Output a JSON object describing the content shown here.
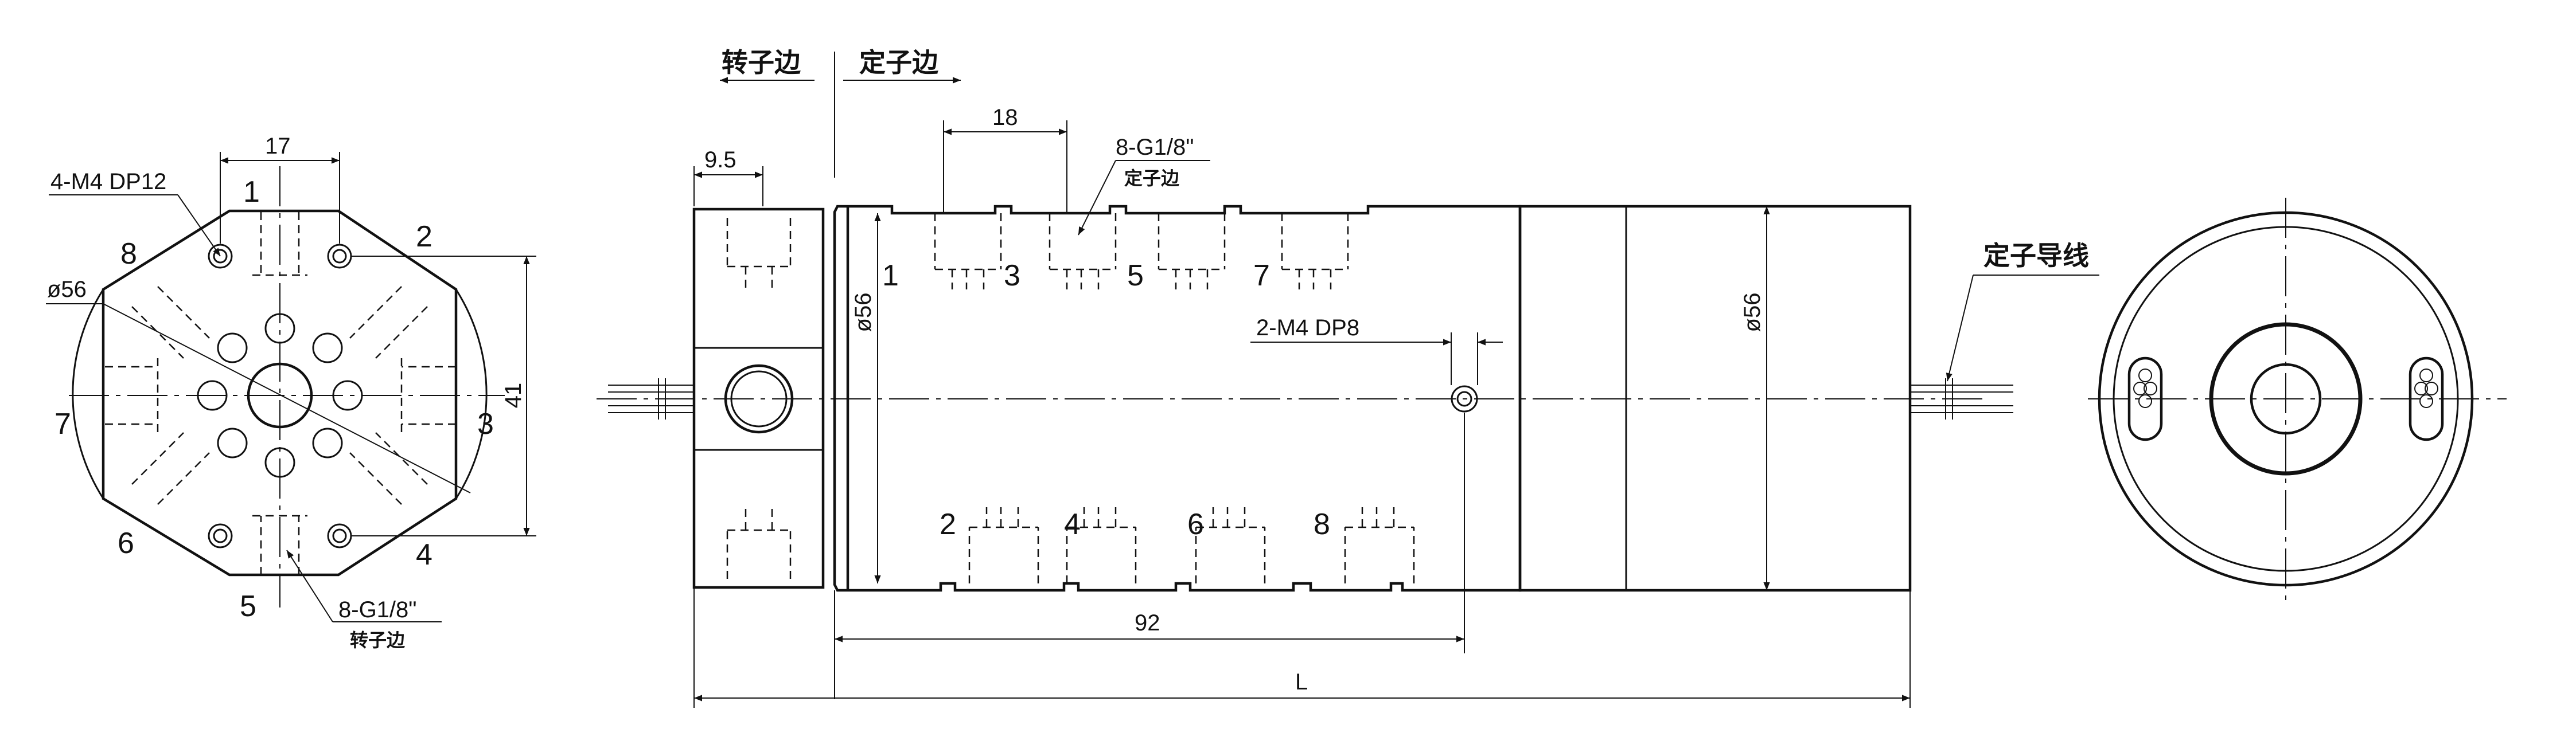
{
  "left_view": {
    "dim_top": "17",
    "hole_label": "4-M4 DP12",
    "diameter": "ø56",
    "height_dim": "41",
    "ports": [
      "1",
      "2",
      "3",
      "4",
      "5",
      "6",
      "7",
      "8"
    ],
    "thread_label": "8-G1/8\"",
    "thread_side": "转子边"
  },
  "side_view": {
    "rotor_side": "转子边",
    "stator_side": "定子边",
    "dim_rotor_width": "9.5",
    "dim_pitch": "18",
    "top_thread_label": "8-G1/8\"",
    "top_thread_side": "定子边",
    "top_ports": [
      "1",
      "3",
      "5",
      "7"
    ],
    "bottom_ports": [
      "2",
      "4",
      "6",
      "8"
    ],
    "diameter_left": "ø56",
    "diameter_right": "ø56",
    "mount_hole_label": "2-M4 DP8",
    "dim_92": "92",
    "dim_L": "L",
    "stator_wire_label": "定子导线"
  }
}
